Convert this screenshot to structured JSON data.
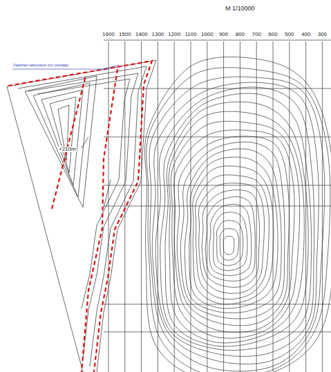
{
  "diagram": {
    "labels": [
      "M 1/10000",
      "1600",
      "1500",
      "1400",
      "1300",
      "1200",
      "1100",
      "1000",
      "900",
      "800",
      "700",
      "600",
      "500",
      "400",
      "300",
      "+210m",
      "Хаягдал овоолгын хил хязгаар"
    ]
  }
}
